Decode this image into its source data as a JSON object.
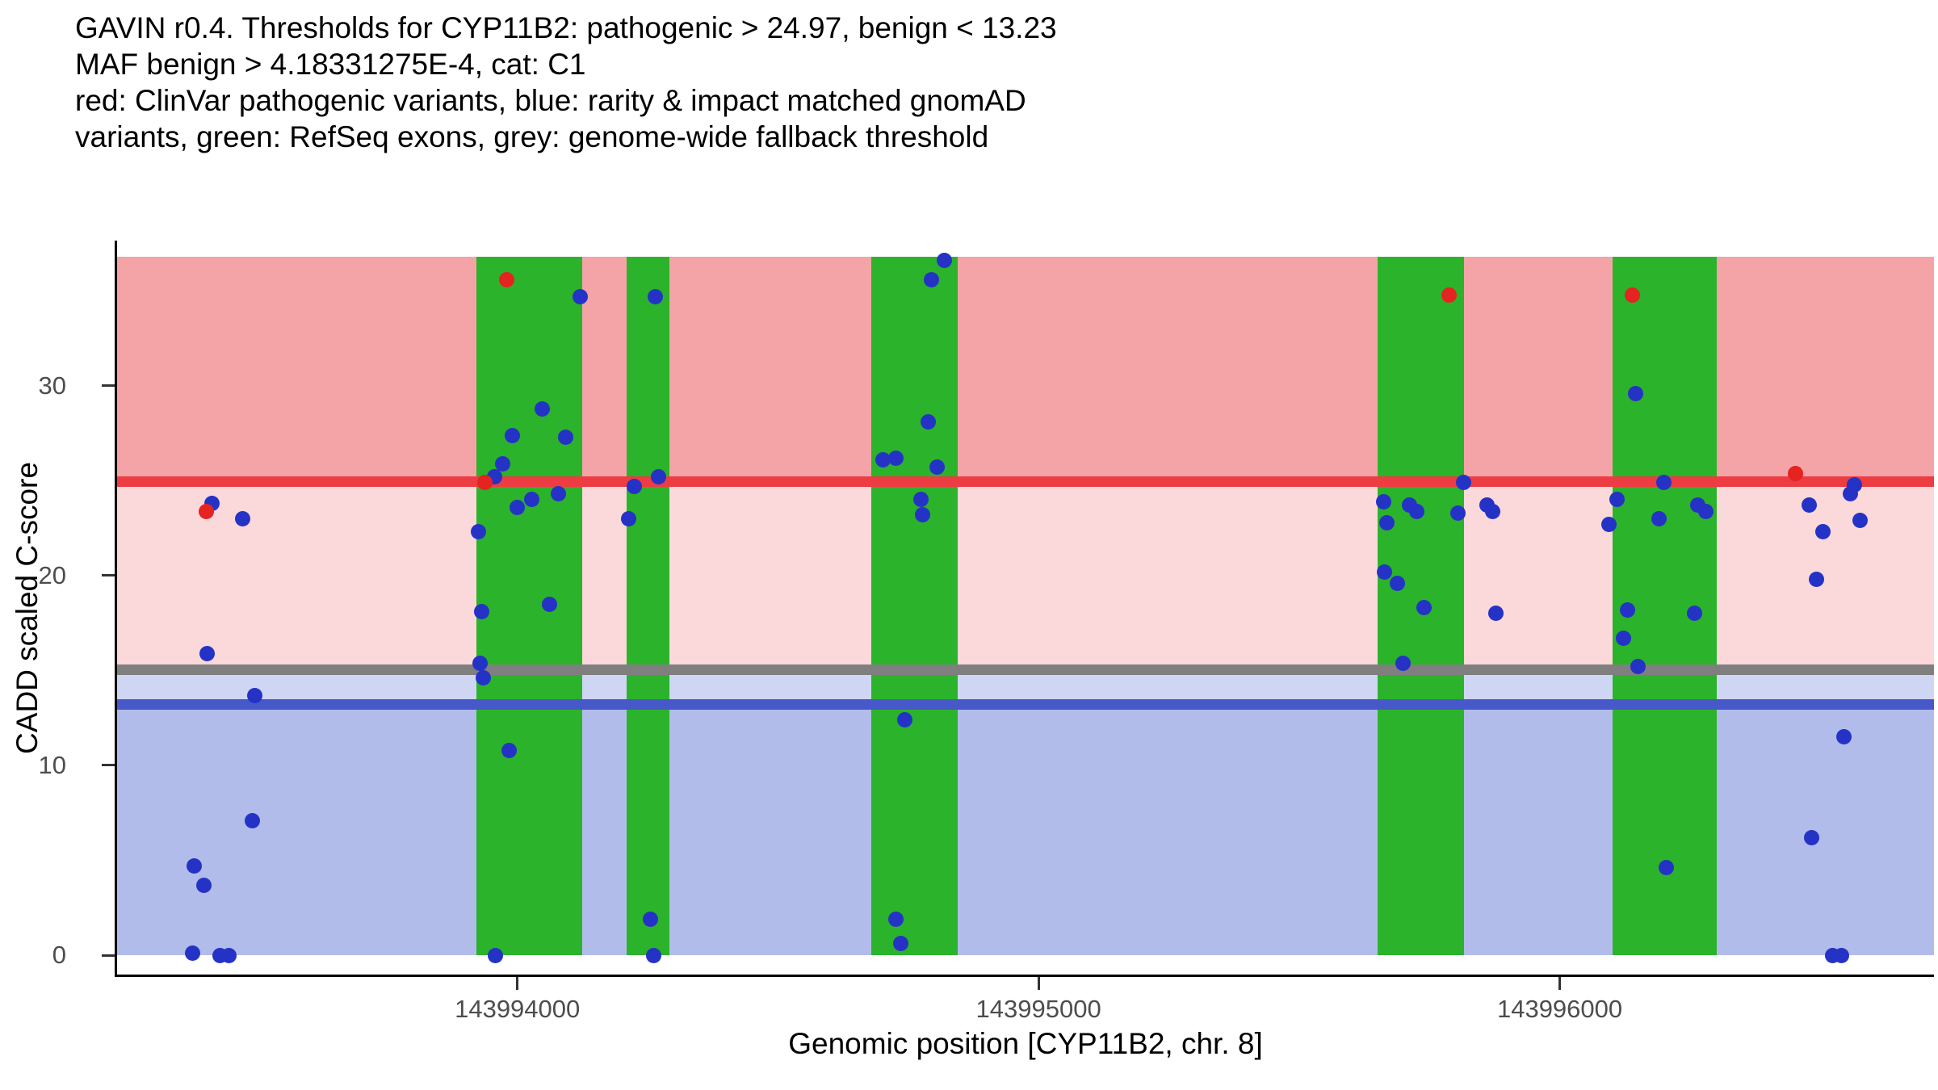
{
  "colors": {
    "pathogenic_region": "#f4a4a7",
    "uncertain_region": "#fbd8da",
    "benign_strip": "#ced6f3",
    "benign_region": "#b2bcea",
    "exon": "#2bb32b",
    "pathogenic_line": "#ed3c42",
    "fallback_line": "#7f7f7f",
    "benign_line": "#4759c9",
    "clinvar_point": "#e52320",
    "gnomad_point": "#2433c6",
    "axis_text": "#4d4d4d",
    "axis_line": "#000000"
  },
  "chart_data": {
    "type": "scatter",
    "title_lines": [
      "GAVIN r0.4. Thresholds for CYP11B2: pathogenic > 24.97, benign < 13.23",
      "MAF benign > 4.18331275E-4, cat: C1",
      "red: ClinVar pathogenic variants, blue: rarity & impact matched gnomAD",
      "variants, green: RefSeq exons, grey: genome-wide fallback threshold"
    ],
    "xlabel": "Genomic position [CYP11B2, chr. 8]",
    "ylabel": "CADD scaled C-score",
    "legend_meaning": {
      "red": "ClinVar pathogenic variants",
      "blue": "rarity & impact matched gnomAD variants",
      "green": "RefSeq exons",
      "grey": "genome-wide fallback threshold"
    },
    "axes": {
      "x": {
        "domain": [
          143993232,
          143996718
        ],
        "ticks": [
          {
            "value": 143994000,
            "label": "143994000"
          },
          {
            "value": 143995000,
            "label": "143995000"
          },
          {
            "value": 143996000,
            "label": "143996000"
          }
        ]
      },
      "y": {
        "domain": [
          -1.02,
          37.57
        ],
        "ticks": [
          {
            "value": 0,
            "label": "0"
          },
          {
            "value": 10,
            "label": "10"
          },
          {
            "value": 20,
            "label": "20"
          },
          {
            "value": 30,
            "label": "30"
          }
        ]
      }
    },
    "regions": [
      {
        "name": "pathogenic-region",
        "from": 24.97,
        "to": 36.8,
        "color": "pathogenic_region"
      },
      {
        "name": "uncertain-region",
        "from": 15.03,
        "to": 24.97,
        "color": "uncertain_region"
      },
      {
        "name": "benign-strip-region",
        "from": 13.23,
        "to": 15.03,
        "color": "benign_strip"
      },
      {
        "name": "benign-region",
        "from": 0,
        "to": 13.23,
        "color": "benign_region"
      }
    ],
    "exon_ymax": 36.8,
    "exons": [
      {
        "start": 143993922,
        "end": 143994124
      },
      {
        "start": 143994209,
        "end": 143994291
      },
      {
        "start": 143994679,
        "end": 143994845
      },
      {
        "start": 143995651,
        "end": 143995817
      },
      {
        "start": 143996101,
        "end": 143996302
      }
    ],
    "thresholds": [
      {
        "name": "pathogenic-threshold",
        "value": 24.97,
        "color": "pathogenic_line"
      },
      {
        "name": "fallback-threshold",
        "value": 15.03,
        "color": "fallback_line"
      },
      {
        "name": "benign-threshold",
        "value": 13.23,
        "color": "benign_line"
      }
    ],
    "series": [
      {
        "name": "rarity & impact matched gnomAD variants",
        "color": "gnomad_point",
        "point_name": "gnomad-variant-point",
        "points": [
          [
            143993414,
            23.8
          ],
          [
            143993473,
            23.0
          ],
          [
            143993405,
            15.9
          ],
          [
            143993496,
            13.7
          ],
          [
            143993492,
            7.1
          ],
          [
            143993380,
            4.7
          ],
          [
            143993398,
            3.7
          ],
          [
            143993377,
            0.1
          ],
          [
            143993430,
            0.0
          ],
          [
            143993447,
            0.0
          ],
          [
            143994121,
            34.7
          ],
          [
            143994047,
            28.8
          ],
          [
            143993991,
            27.4
          ],
          [
            143994093,
            27.3
          ],
          [
            143993972,
            25.9
          ],
          [
            143993957,
            25.2
          ],
          [
            143994000,
            23.6
          ],
          [
            143994028,
            24.0
          ],
          [
            143994078,
            24.3
          ],
          [
            143993926,
            22.3
          ],
          [
            143993932,
            18.1
          ],
          [
            143994062,
            18.5
          ],
          [
            143993929,
            15.4
          ],
          [
            143993935,
            14.6
          ],
          [
            143993984,
            10.8
          ],
          [
            143993958,
            0.0
          ],
          [
            143994264,
            34.7
          ],
          [
            143994271,
            25.2
          ],
          [
            143994225,
            24.7
          ],
          [
            143994214,
            23.0
          ],
          [
            143994256,
            1.9
          ],
          [
            143994261,
            0.0
          ],
          [
            143994819,
            36.6
          ],
          [
            143994794,
            35.6
          ],
          [
            143994788,
            28.1
          ],
          [
            143994701,
            26.1
          ],
          [
            143994726,
            26.2
          ],
          [
            143994806,
            25.7
          ],
          [
            143994775,
            24.0
          ],
          [
            143994778,
            23.2
          ],
          [
            143994744,
            12.4
          ],
          [
            143994726,
            1.9
          ],
          [
            143994736,
            0.6
          ],
          [
            143995662,
            23.9
          ],
          [
            143995668,
            22.8
          ],
          [
            143995712,
            23.7
          ],
          [
            143995725,
            23.4
          ],
          [
            143995664,
            20.2
          ],
          [
            143995688,
            19.6
          ],
          [
            143995700,
            15.4
          ],
          [
            143995740,
            18.3
          ],
          [
            143995805,
            23.3
          ],
          [
            143995815,
            24.9
          ],
          [
            143995860,
            23.7
          ],
          [
            143995872,
            23.4
          ],
          [
            143995878,
            18.0
          ],
          [
            143996145,
            29.6
          ],
          [
            143996110,
            24.0
          ],
          [
            143996095,
            22.7
          ],
          [
            143996130,
            18.2
          ],
          [
            143996150,
            15.2
          ],
          [
            143996122,
            16.7
          ],
          [
            143996200,
            24.9
          ],
          [
            143996190,
            23.0
          ],
          [
            143996265,
            23.7
          ],
          [
            143996280,
            23.4
          ],
          [
            143996258,
            18.0
          ],
          [
            143996205,
            4.6
          ],
          [
            143996478,
            23.7
          ],
          [
            143996505,
            22.3
          ],
          [
            143996558,
            24.3
          ],
          [
            143996566,
            24.8
          ],
          [
            143996577,
            22.9
          ],
          [
            143996493,
            19.8
          ],
          [
            143996546,
            11.5
          ],
          [
            143996484,
            6.2
          ],
          [
            143996524,
            0.0
          ],
          [
            143996540,
            0.0
          ]
        ]
      },
      {
        "name": "ClinVar pathogenic variants",
        "color": "clinvar_point",
        "point_name": "clinvar-variant-point",
        "points": [
          [
            143993403,
            23.4
          ],
          [
            143993980,
            35.6
          ],
          [
            143993938,
            24.9
          ],
          [
            143995788,
            34.8
          ],
          [
            143996140,
            34.8
          ],
          [
            143996453,
            25.4
          ]
        ]
      }
    ]
  }
}
